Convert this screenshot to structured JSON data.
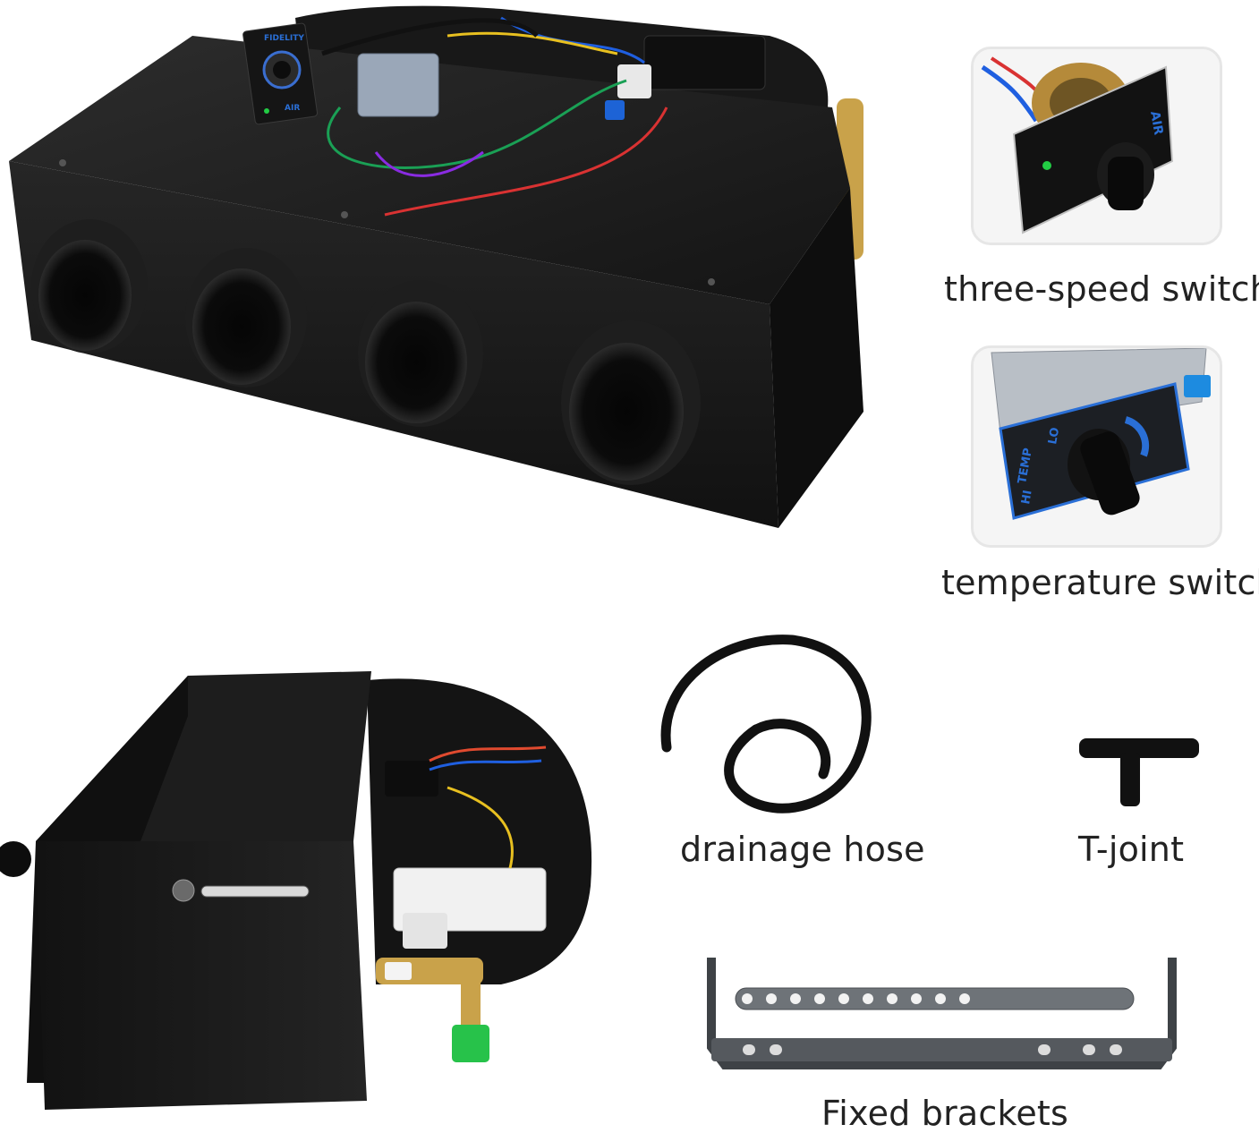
{
  "captions": {
    "three_speed_switch": "three-speed switch",
    "temperature_switch": "temperature switch",
    "drainage_hose": "drainage hose",
    "t_joint": "T-joint",
    "fixed_brackets": "Fixed brackets"
  },
  "switch_labels": {
    "fidelity": "FIDELITY",
    "air": "AIR",
    "temp": "TEMP",
    "lo": "LO",
    "hi": "HI"
  },
  "colors": {
    "background": "#ffffff",
    "unit_black": "#1c1c1c",
    "panel_blue": "#2a6fd6",
    "brass": "#c9a24a",
    "green_valve": "#27c24a"
  }
}
